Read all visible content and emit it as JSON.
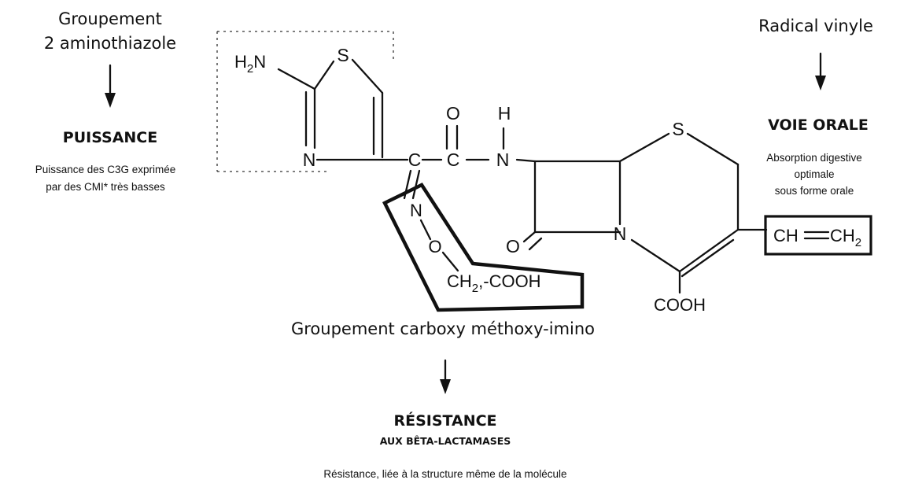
{
  "left_panel": {
    "group_title": [
      "Groupement",
      "2 aminothiazole"
    ],
    "effect": "PUISSANCE",
    "note": [
      "Puissance des C3G exprimée",
      "par des CMI* très basses"
    ]
  },
  "right_panel": {
    "group_title": "Radical vinyle",
    "effect": "VOIE ORALE",
    "note": [
      "Absorption digestive",
      "optimale",
      "sous forme orale"
    ]
  },
  "bottom_panel": {
    "group_title": "Groupement carboxy méthoxy-imino",
    "effect": "RÉSISTANCE",
    "effect_sub": "AUX BÊTA-LACTAMASES",
    "note": "Résistance, liée à la structure même de la molécule"
  },
  "molecule": {
    "amino": {
      "H": "H",
      "sub2": "2",
      "N": "N"
    },
    "thiazole_S": "S",
    "thiazole_N": "N",
    "carbon_1": "C",
    "carbon_2": "C",
    "carbonyl_O": "O",
    "amide_H": "H",
    "amide_N": "N",
    "ring_S": "S",
    "lactam_O": "O",
    "ring_N": "N",
    "imino_N": "N",
    "imino_O": "O",
    "side_chain": {
      "ch": "CH",
      "sub": "2",
      "rest": ",-COOH"
    },
    "cooh": "COOH",
    "vinyl": {
      "left": "CH",
      "right": "CH",
      "sub": "2"
    }
  }
}
